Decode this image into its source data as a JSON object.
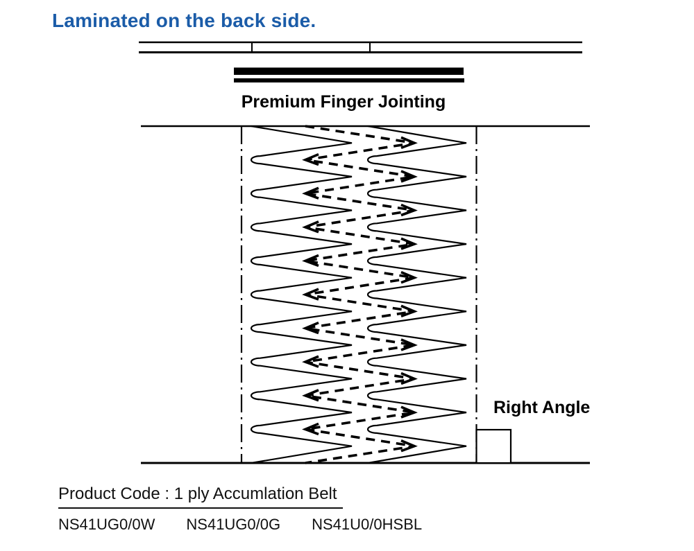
{
  "header": {
    "title": "Laminated on the back side."
  },
  "diagram": {
    "joint_label": "Premium Finger Jointing",
    "right_angle_label": "Right Angle"
  },
  "footer": {
    "product_code_label": "Product Code : 1 ply Accumlation Belt",
    "product_codes": [
      "NS41UG0/0W",
      "NS41UG0/0G",
      "NS41U0/0HSBL"
    ]
  },
  "colors": {
    "accent_blue": "#1b5ca8",
    "line_black": "#000000"
  }
}
